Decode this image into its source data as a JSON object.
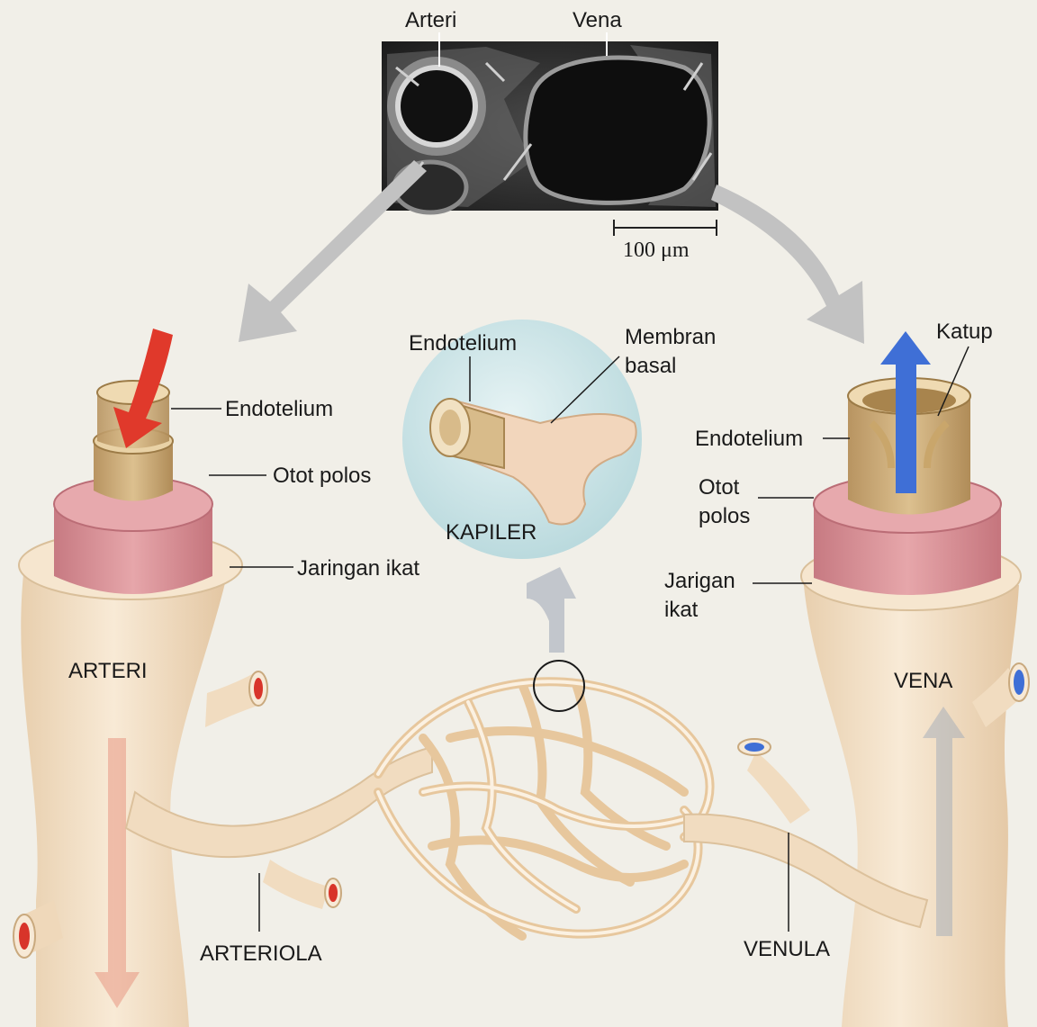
{
  "micrograph": {
    "label_arteri": "Arteri",
    "label_vena": "Vena",
    "scale_bar": "100 μm"
  },
  "artery": {
    "name": "ARTERI",
    "endotelium": "Endotelium",
    "otot_polos": "Otot polos",
    "jaringan_ikat": "Jaringan ikat"
  },
  "capillary": {
    "name": "KAPILER",
    "endotelium": "Endotelium",
    "membran_line1": "Membran",
    "membran_line2": "basal"
  },
  "vein": {
    "name": "VENA",
    "katup": "Katup",
    "endotelium": "Endotelium",
    "otot_line1": "Otot",
    "otot_line2": "polos",
    "jarigan_line1": "Jarigan",
    "jarigan_line2": "ikat"
  },
  "small_vessels": {
    "arteriola": "ARTERIOLA",
    "venula": "VENULA"
  },
  "colors": {
    "background": "#f1efe8",
    "vessel": "#f3dfc3",
    "smooth_muscle": "#d98c92",
    "endothelium": "#c9a66b",
    "arterial_flow": "#e0392b",
    "venous_flow": "#3f6fd6",
    "capillary_inset": "#c8e3e6"
  }
}
